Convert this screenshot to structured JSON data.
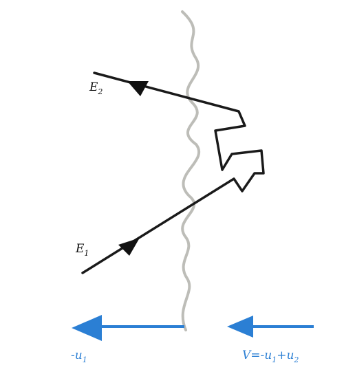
{
  "labels": {
    "e2": {
      "main": "E",
      "sub": "2"
    },
    "e1": {
      "main": "E",
      "sub": "1"
    },
    "neg_u1": {
      "prefix": "-u",
      "sub": "1"
    },
    "v_eq": {
      "prefix": "V=-u",
      "sub1": "1",
      "mid": "+u",
      "sub2": "2"
    }
  },
  "colors": {
    "wave": "#bdbdb8",
    "path": "#1a1a1a",
    "arrow_blue": "#2b7fd4"
  },
  "icons": {
    "arrowheads": "triangle-arrowhead",
    "blue_arrows": "left-arrow"
  }
}
